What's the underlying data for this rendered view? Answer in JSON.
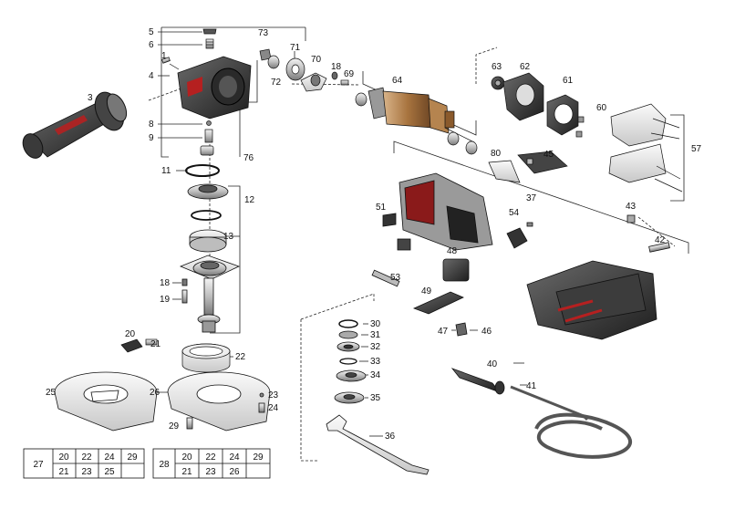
{
  "callouts": {
    "c1": "1",
    "c3": "3",
    "c4": "4",
    "c5": "5",
    "c6": "6",
    "c8": "8",
    "c9": "9",
    "c11": "11",
    "c12": "12",
    "c13": "13",
    "c18a": "18",
    "c18b": "18",
    "c19": "19",
    "c20": "20",
    "c21": "21",
    "c22": "22",
    "c23": "23",
    "c24": "24",
    "c25": "25",
    "c26": "26",
    "c29": "29",
    "c30": "30",
    "c31": "31",
    "c32": "32",
    "c33": "33",
    "c34": "34",
    "c35": "35",
    "c36": "36",
    "c37": "37",
    "c40": "40",
    "c41": "41",
    "c42": "42",
    "c43": "43",
    "c45": "45",
    "c46": "46",
    "c47": "47",
    "c48": "48",
    "c49": "49",
    "c51": "51",
    "c53": "53",
    "c54": "54",
    "c57": "57",
    "c60": "60",
    "c61": "61",
    "c62": "62",
    "c63": "63",
    "c64": "64",
    "c69": "69",
    "c70": "70",
    "c71": "71",
    "c72": "72",
    "c73": "73",
    "c76": "76",
    "c80": "80"
  },
  "kit_tables": [
    {
      "kit": "27",
      "rows": [
        [
          "20",
          "22",
          "24",
          "29"
        ],
        [
          "21",
          "23",
          "25",
          ""
        ]
      ]
    },
    {
      "kit": "28",
      "rows": [
        [
          "20",
          "22",
          "24",
          "29"
        ],
        [
          "21",
          "23",
          "26",
          ""
        ]
      ]
    }
  ]
}
